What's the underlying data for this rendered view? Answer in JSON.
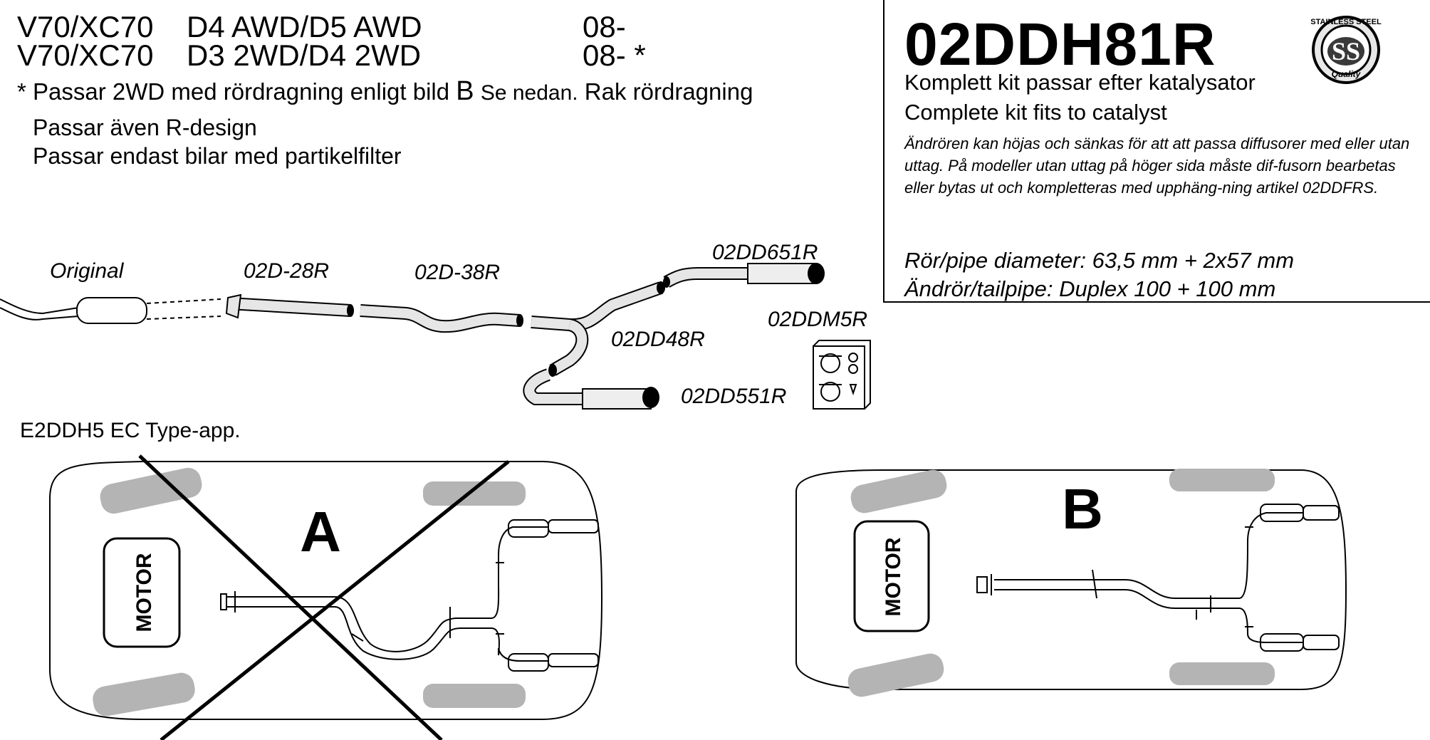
{
  "header": {
    "row1": {
      "model": "V70/XC70",
      "engine": "D4 AWD/D5 AWD",
      "year": "08-"
    },
    "row2": {
      "model": "V70/XC70",
      "engine": "D3 2WD/D4 2WD",
      "year": "08- *"
    },
    "note_prefix": "* Passar 2WD med rördragning enligt bild",
    "note_letter": "B",
    "note_suffix": "Se nedan.",
    "note_tail": "Rak rördragning",
    "fits_r_design": "Passar även R-design",
    "fits_particle": "Passar endast bilar med partikelfilter"
  },
  "info": {
    "part_number": "02DDH81R",
    "line_sv": "Komplett kit passar efter katalysator",
    "line_en": "Complete kit fits to catalyst",
    "description": "Ändrören kan höjas och sänkas för att att passa diffusorer med eller utan uttag. På modeller utan uttag på höger sida måste dif-fusorn bearbetas eller bytas ut och kompletteras med upphäng-ning artikel 02DDFRS.",
    "pipe_diameter": "Rör/pipe diameter: 63,5 mm + 2x57 mm",
    "tailpipe": "Ändrör/tailpipe: Duplex 100 + 100 mm",
    "logo_top": "STAINLESS STEEL",
    "logo_center": "SS",
    "logo_bottom": "Quality"
  },
  "parts": {
    "original": "Original",
    "p1": "02D-28R",
    "p2": "02D-38R",
    "p3": "02DD651R",
    "p4": "02DD48R",
    "p5": "02DD551R",
    "p6": "02DDM5R"
  },
  "approval": "E2DDH5  EC Type-app.",
  "diagram_a": {
    "label": "A",
    "engine": "MOTOR"
  },
  "diagram_b": {
    "label": "B",
    "engine": "MOTOR"
  },
  "colors": {
    "wheel": "#b4b4b4",
    "line": "#000000"
  }
}
